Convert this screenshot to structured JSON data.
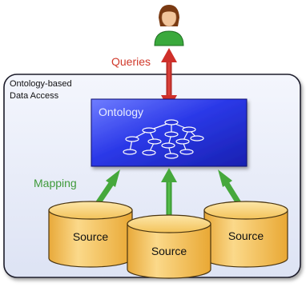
{
  "user": {
    "icon": "user-icon"
  },
  "queries": {
    "label": "Queries",
    "color": "#d0392b"
  },
  "container": {
    "label_line1": "Ontology-based",
    "label_line2": "Data Access",
    "bg_color": "#e8ecf8"
  },
  "ontology": {
    "label": "Ontology",
    "color": "#2d3bd6"
  },
  "mapping": {
    "label": "Mapping",
    "color": "#3f9a3a"
  },
  "sources": [
    {
      "label": "Source"
    },
    {
      "label": "Source"
    },
    {
      "label": "Source"
    }
  ],
  "colors": {
    "arrow_green": "#46a83c",
    "arrow_red": "#cf2f2a",
    "source_fill": "#f5c765"
  }
}
